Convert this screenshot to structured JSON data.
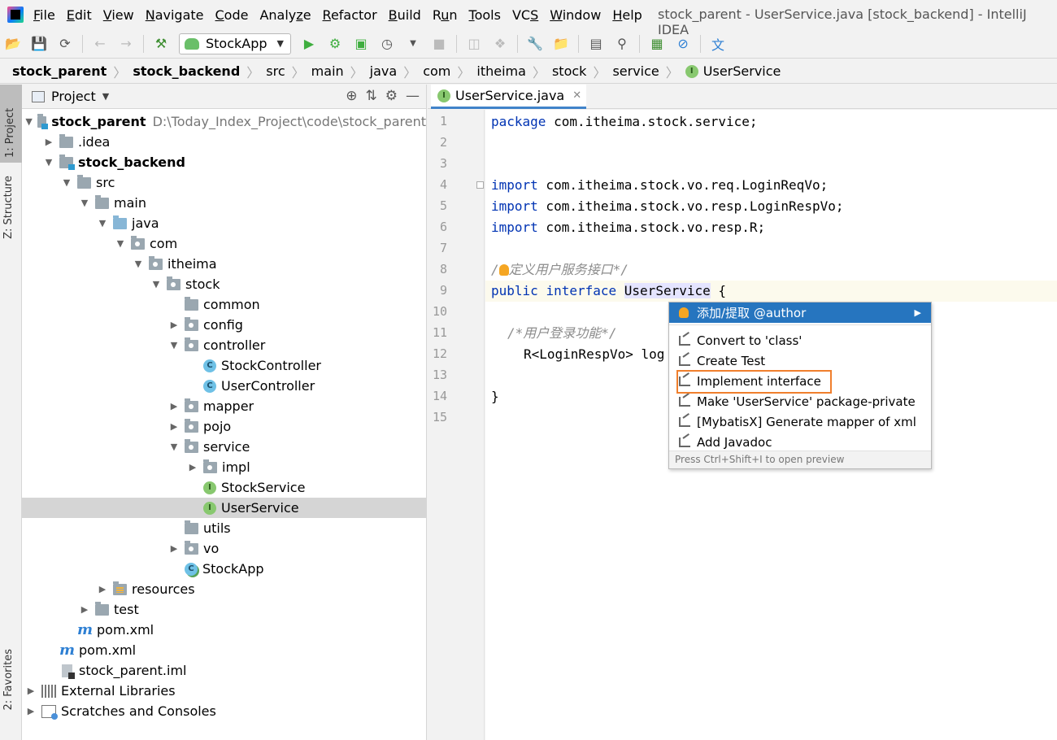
{
  "menubar": {
    "items": [
      {
        "label": "File",
        "u": "F"
      },
      {
        "label": "Edit",
        "u": "E"
      },
      {
        "label": "View",
        "u": "V"
      },
      {
        "label": "Navigate",
        "u": "N"
      },
      {
        "label": "Code",
        "u": "C"
      },
      {
        "label": "Analyze",
        "u": "z"
      },
      {
        "label": "Refactor",
        "u": "R"
      },
      {
        "label": "Build",
        "u": "B"
      },
      {
        "label": "Run",
        "u": "u"
      },
      {
        "label": "Tools",
        "u": "T"
      },
      {
        "label": "VCS",
        "u": "S"
      },
      {
        "label": "Window",
        "u": "W"
      },
      {
        "label": "Help",
        "u": "H"
      }
    ],
    "window_title": "stock_parent - UserService.java [stock_backend] - IntelliJ IDEA"
  },
  "toolbar": {
    "run_config": "StockApp"
  },
  "breadcrumb": [
    "stock_parent",
    "stock_backend",
    "src",
    "main",
    "java",
    "com",
    "itheima",
    "stock",
    "service",
    "UserService"
  ],
  "left_stripe": {
    "project_tab": "1: Project",
    "structure_tab": "Z: Structure",
    "favorites_tab": "2: Favorites"
  },
  "project_panel": {
    "title": "Project",
    "tree": [
      {
        "label": "stock_parent",
        "path": "D:\\Today_Index_Project\\code\\stock_parent"
      },
      {
        "label": ".idea"
      },
      {
        "label": "stock_backend"
      },
      {
        "label": "src"
      },
      {
        "label": "main"
      },
      {
        "label": "java"
      },
      {
        "label": "com"
      },
      {
        "label": "itheima"
      },
      {
        "label": "stock"
      },
      {
        "label": "common"
      },
      {
        "label": "config"
      },
      {
        "label": "controller"
      },
      {
        "label": "StockController"
      },
      {
        "label": "UserController"
      },
      {
        "label": "mapper"
      },
      {
        "label": "pojo"
      },
      {
        "label": "service"
      },
      {
        "label": "impl"
      },
      {
        "label": "StockService"
      },
      {
        "label": "UserService"
      },
      {
        "label": "utils"
      },
      {
        "label": "vo"
      },
      {
        "label": "StockApp"
      },
      {
        "label": "resources"
      },
      {
        "label": "test"
      },
      {
        "label": "pom.xml"
      },
      {
        "label": "pom.xml"
      },
      {
        "label": "stock_parent.iml"
      },
      {
        "label": "External Libraries"
      },
      {
        "label": "Scratches and Consoles"
      }
    ]
  },
  "editor": {
    "tab_label": "UserService.java",
    "line_numbers": [
      "1",
      "2",
      "3",
      "4",
      "5",
      "6",
      "7",
      "8",
      "9",
      "10",
      "11",
      "12",
      "13",
      "14",
      "15"
    ],
    "code": {
      "l1_kw": "package",
      "l1_rest": " com.itheima.stock.service;",
      "l4_kw": "import",
      "l4_rest": " com.itheima.stock.vo.req.LoginReqVo;",
      "l5_kw": "import",
      "l5_rest": " com.itheima.stock.vo.resp.LoginRespVo;",
      "l6_kw": "import",
      "l6_rest": " com.itheima.stock.vo.resp.R;",
      "l8_a": "/",
      "l8_b": "定义用户服务接口*/",
      "l9_kw1": "public",
      "l9_kw2": "interface",
      "l9_name": "UserService",
      "l9_rest": " {",
      "l11": "/*用户登录功能*/",
      "l12": "R<LoginRespVo> log",
      "l14": "}"
    }
  },
  "intention_popup": {
    "items": [
      "添加/提取 @author",
      "Convert to 'class'",
      "Create Test",
      "Implement interface",
      "Make 'UserService' package-private",
      "[MybatisX] Generate mapper of xml",
      "Add Javadoc"
    ],
    "footer": "Press Ctrl+Shift+I to open preview"
  },
  "colors": {
    "selection_blue": "#2675bf",
    "highlight_orange": "#f07f2d",
    "keyword": "#0033b3"
  }
}
